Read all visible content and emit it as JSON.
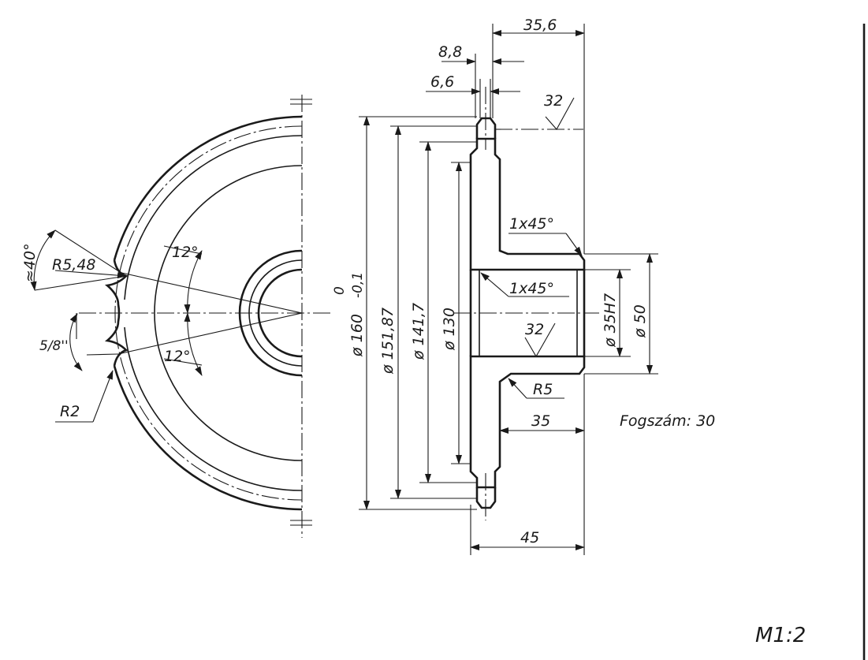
{
  "drawing": {
    "title_note": "Fogszám: 30",
    "scale": "M1:2",
    "front_view": {
      "tooth_angle": "≈40°",
      "tooth_radius": "R5,48",
      "pitch": "5/8''",
      "root_radius": "R2",
      "angle_upper": "12°",
      "angle_lower": "12°"
    },
    "section_view": {
      "width_top": "35,6",
      "tooth_width": "8,8",
      "tooth_tip_width": "6,6",
      "roughness_top": "32",
      "roughness_bore": "32",
      "chamfer_outer": "1x45°",
      "chamfer_bore": "1x45°",
      "fillet": "R5",
      "hub_length": "35",
      "total_length": "45",
      "dia_outer": "ø 160",
      "dia_outer_tol_upper": "0",
      "dia_outer_tol_lower": "-0,1",
      "dia_pitch": "ø 151,87",
      "dia_root": "ø 141,7",
      "dia_web": "ø 130",
      "dia_bore": "ø 35H7",
      "dia_hub": "ø 50"
    }
  }
}
